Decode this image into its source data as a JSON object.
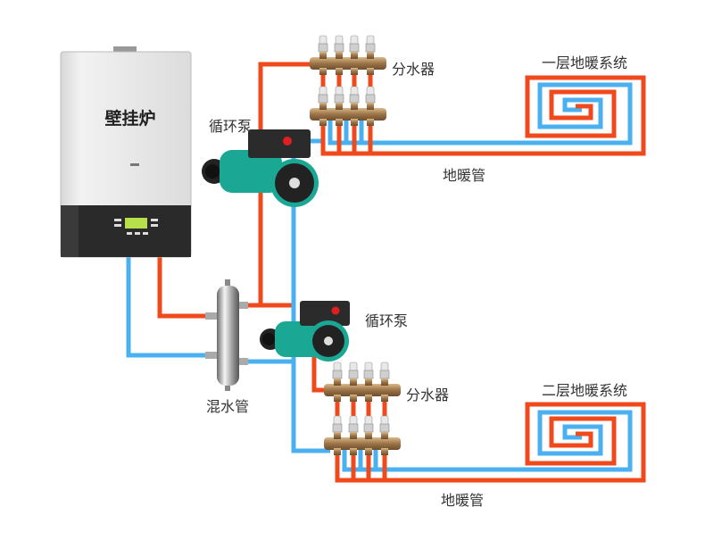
{
  "labels": {
    "boiler": "壁挂炉",
    "pump_upper": "循环泵",
    "pump_lower": "循环泵",
    "mixing_tube": "混水管",
    "manifold_upper": "分水器",
    "manifold_lower": "分水器",
    "floor_pipe_upper": "地暖管",
    "floor_pipe_lower": "地暖管",
    "system_first_floor": "一层地暖系统",
    "system_second_floor": "二层地暖系统"
  },
  "colors": {
    "hot_pipe": "#f04a1c",
    "cold_pipe": "#4ab0f0",
    "pump_body": "#1aa894",
    "manifold": "#b08a5a"
  }
}
